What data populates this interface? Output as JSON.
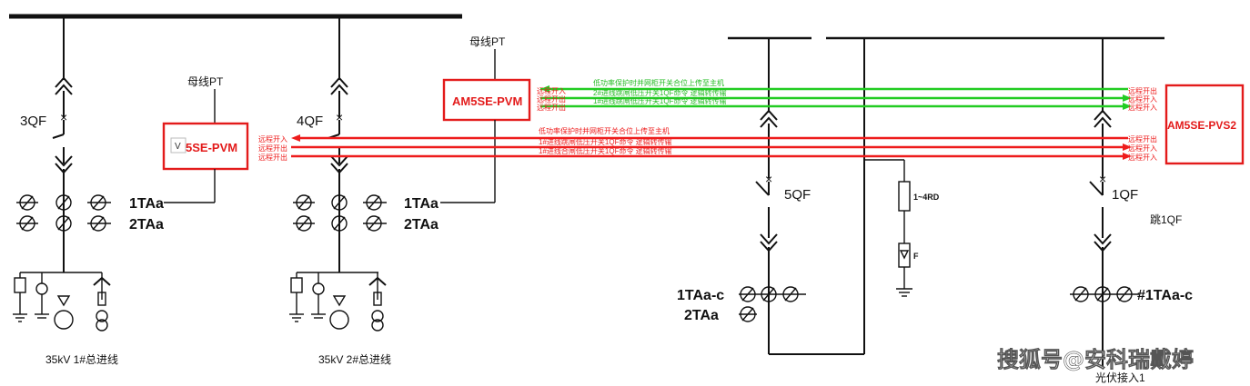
{
  "colors": {
    "red": "#ee1c1c",
    "green": "#22cc22",
    "line": "#111111",
    "device_border": "#e31b1b",
    "device_text": "#e31b1b"
  },
  "labels": {
    "f1_breaker": "3QF",
    "f2_breaker": "4QF",
    "ct_1taa": "1TAa",
    "ct_2taa": "2TAa",
    "f1_pt": "母线PT",
    "f2_pt": "母线PT",
    "f1_name": "35kV 1#总进线",
    "f2_name": "35kV 2#总进线",
    "breaker_5qf": "5QF",
    "breaker_1qf": "1QF",
    "fuse": "1~4RD",
    "arrester": "F",
    "ct_1taac_left": "1TAa-c",
    "ct_2taa_left": "2TAa",
    "ct_1taac_right": "#1TAa-c",
    "trip_1qf": "跳1QF",
    "pv_access": "光伏接入1",
    "watermark": "搜狐号@安科瑞戴婷"
  },
  "devices": {
    "pvm_left": "5SE-PVM",
    "pvm_left_marker": "V",
    "pvm_mid": "AM5SE-PVM",
    "pvs2": "AM5SE-PVS2"
  },
  "signals": {
    "green": {
      "left_1": "远程开入",
      "left_2": "远程开出",
      "left_3": "远程开出",
      "center_1": "低功率保护时并网柜开关合位上传至主机",
      "center_2": "2#进线跳闸低压开关1QF命令   逻辑转传输",
      "center_3": "1#进线跳闸低压开关1QF命令   逻辑转传输",
      "right_1": "远程开出",
      "right_2": "远程开入",
      "right_3": "远程开入"
    },
    "red": {
      "left_1": "远程开入",
      "left_2": "远程开出",
      "left_3": "远程开出",
      "center_1": "低功率保护时并网柜开关合位上传至主机",
      "center_2": "1#进线跳闸低压开关1QF命令   逻辑转传输",
      "center_3": "1#进线合闸低压开关1QF命令   逻辑转传输",
      "right_1": "远程开出",
      "right_2": "远程开入",
      "right_3": "远程开入"
    }
  }
}
